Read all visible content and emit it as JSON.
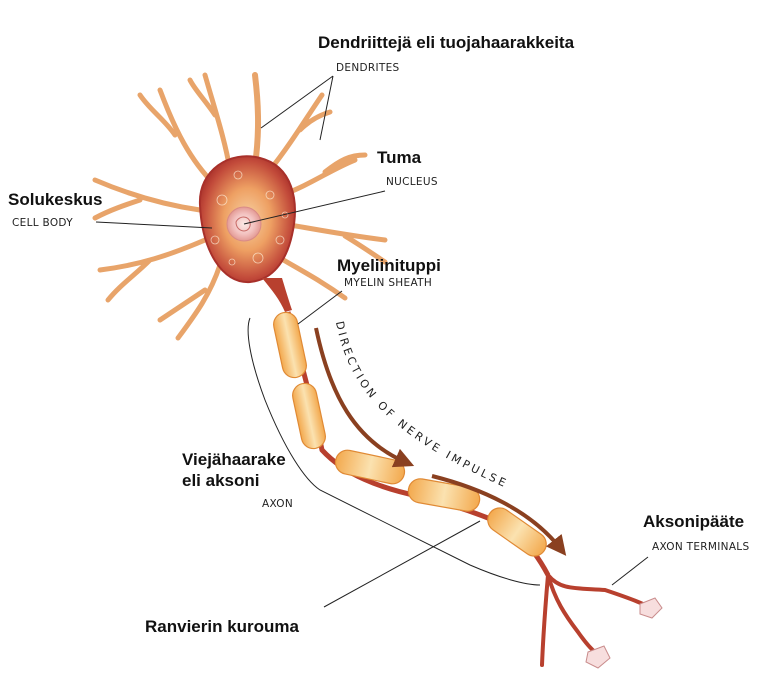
{
  "labels": {
    "dendrites": {
      "fi": "Dendriittejä eli tuojahaarakkeita",
      "en": "DENDRITES"
    },
    "nucleus": {
      "fi": "Tuma",
      "en": "NUCLEUS"
    },
    "cell_body": {
      "fi": "Solukeskus",
      "en": "CELL BODY"
    },
    "myelin": {
      "fi": "Myeliinituppi",
      "en": "MYELIN SHEATH"
    },
    "axon": {
      "fi_line1": "Viejähaarake",
      "fi_line2": "eli aksoni",
      "en": "AXON"
    },
    "terminals": {
      "fi": "Aksonipääte",
      "en": "AXON TERMINALS"
    },
    "ranvier": {
      "fi": "Ranvierin kurouma"
    }
  },
  "direction_text": "DIRECTION OF NERVE IMPULSE",
  "colors": {
    "soma": "#c0433a",
    "soma_light": "#f0a866",
    "dendrite": "#e8a46a",
    "myelin": "#f6c27a",
    "axon": "#b8402e",
    "arrow": "#8a4020",
    "leader": "#222222"
  }
}
